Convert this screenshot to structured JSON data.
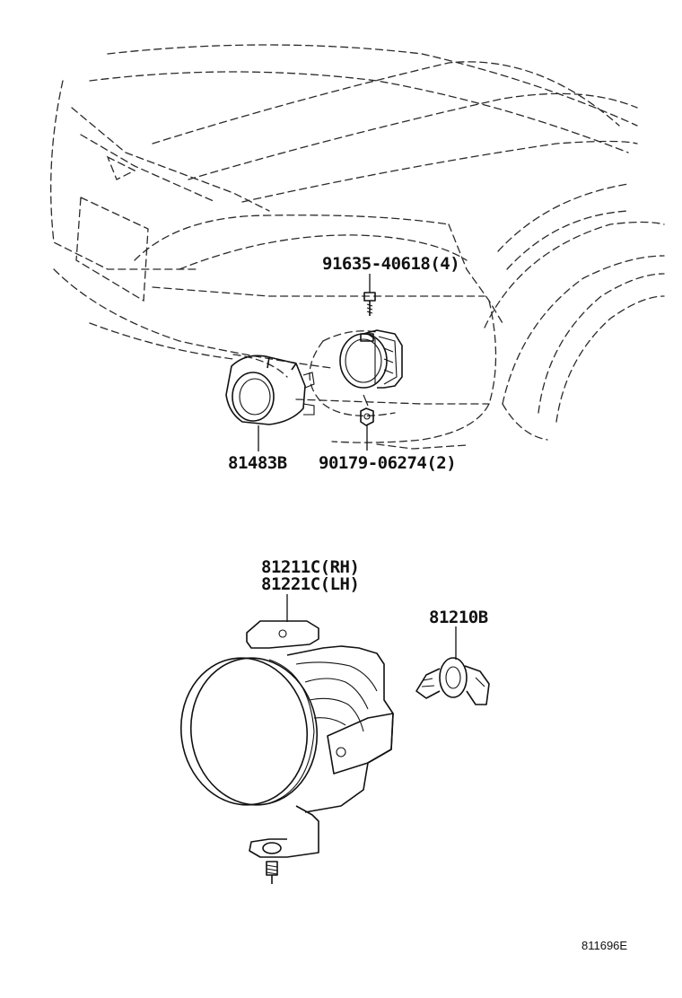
{
  "callouts": {
    "bolt_upper": "91635-40618(4)",
    "nut_lower": "90179-06274(2)",
    "bezel": "81483B",
    "lamp_rh": "81211C(RH)",
    "lamp_lh": "81221C(LH)",
    "bulb": "81210B"
  },
  "illustration_ref": "811696E"
}
